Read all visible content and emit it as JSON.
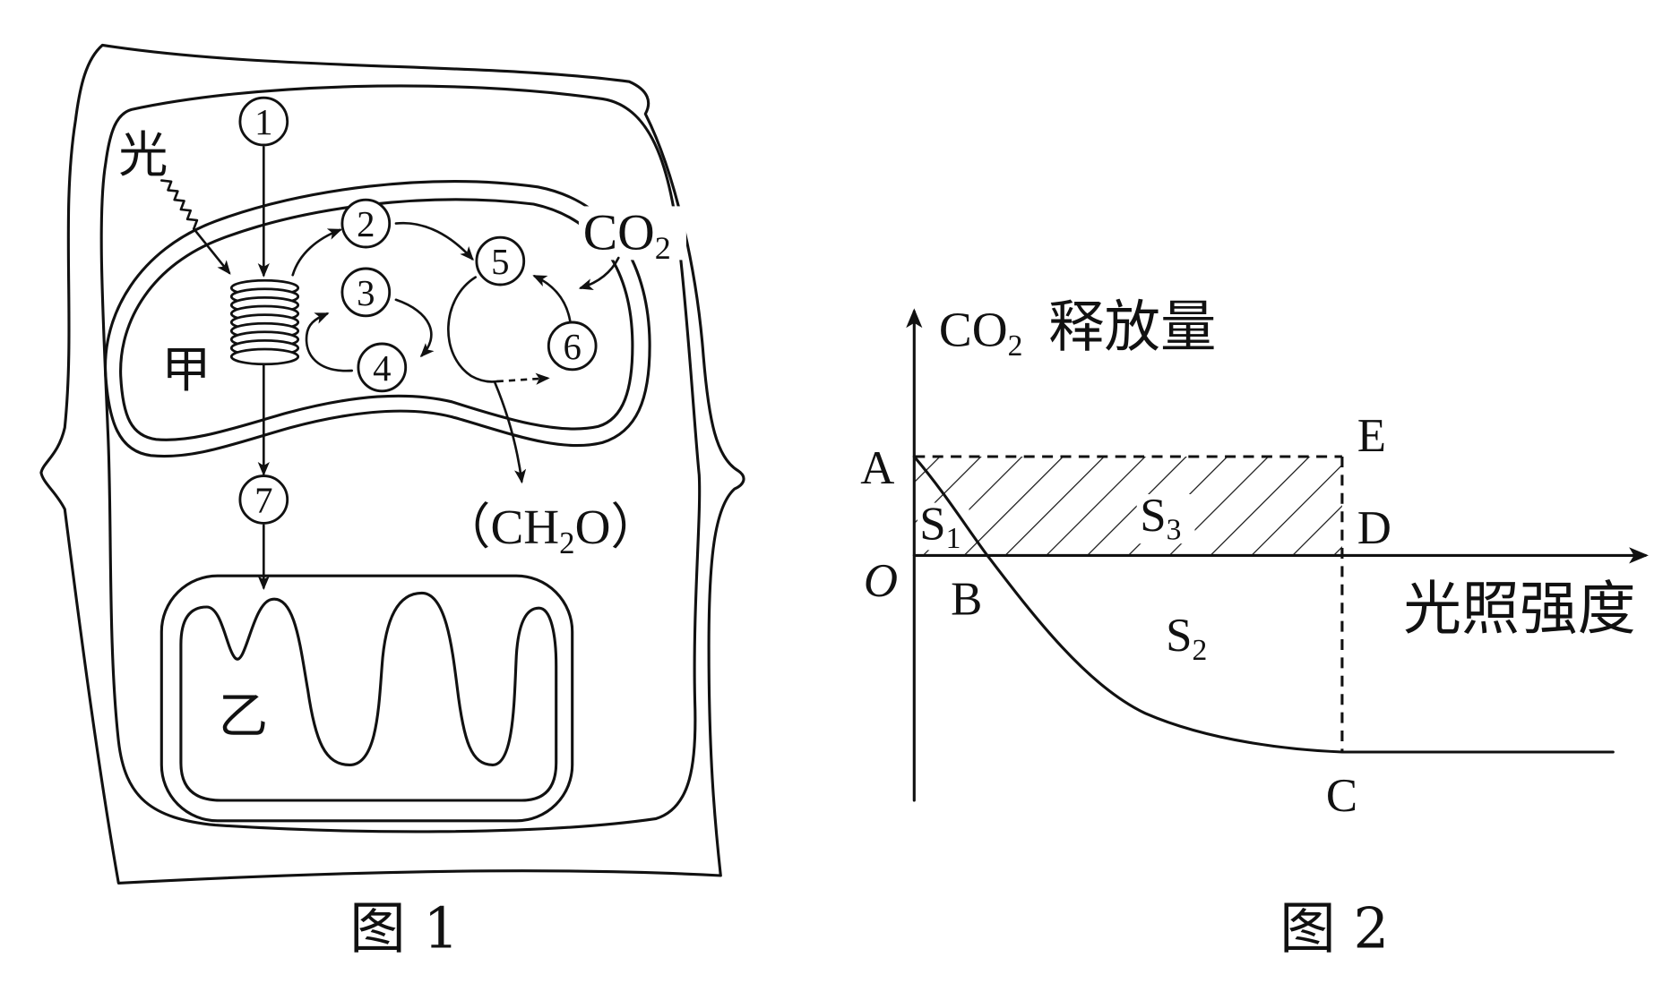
{
  "figure1": {
    "light": "光",
    "chloroplast": "甲",
    "mitochondrion": "乙",
    "co2": {
      "base": "CO",
      "sub": "2"
    },
    "product": {
      "open": "（",
      "base": "CH",
      "sub": "2",
      "tail": "O",
      "close": "）"
    },
    "step_numbers": [
      "1",
      "2",
      "3",
      "4",
      "5",
      "6",
      "7"
    ],
    "caption": "图 1"
  },
  "figure2": {
    "y_axis_label": {
      "base": "CO",
      "sub": "2",
      "tail": "释放量"
    },
    "x_axis_label": "光照强度",
    "point_labels": {
      "origin": "O",
      "a": "A",
      "b": "B",
      "c": "C",
      "d": "D",
      "e": "E"
    },
    "area_labels": {
      "s1": {
        "base": "S",
        "sub": "1"
      },
      "s2": {
        "base": "S",
        "sub": "2"
      },
      "s3": {
        "base": "S",
        "sub": "3"
      }
    },
    "caption": "图 2"
  }
}
